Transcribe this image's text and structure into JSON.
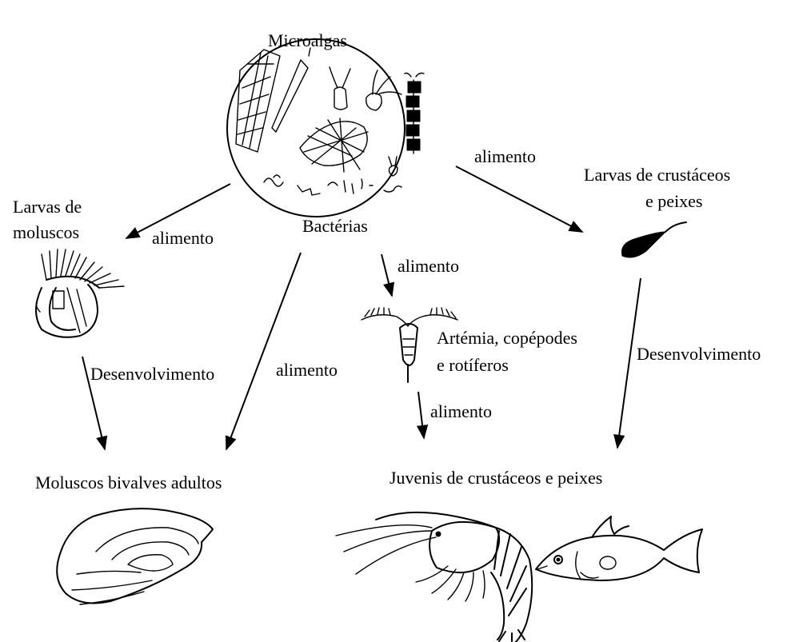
{
  "labels": {
    "microalgas": "Microalgas",
    "bacterias": "Bactérias",
    "larvas_moluscos": [
      "Larvas de",
      "moluscos"
    ],
    "larvas_crustaceos": [
      "Larvas de crustáceos",
      "e peixes"
    ],
    "zooplankton": [
      "Artémia, copépodes",
      "e rotíferos"
    ],
    "moluscos_adultos": "Moluscos bivalves adultos",
    "juvenis": "Juvenis de crustáceos e peixes"
  },
  "arrows": {
    "to_larvas_moluscos": "alimento",
    "to_moluscos_adultos": "alimento",
    "to_zooplankton": "alimento",
    "to_larvas_crustaceos": "alimento",
    "zoo_to_juvenis": "alimento",
    "moluscos_development": "Desenvolvimento",
    "crustaceos_development": "Desenvolvimento"
  },
  "icons": {
    "plankton": "plankton-circle-icon",
    "mollusc_larva": "mollusc-larva-icon",
    "fish_larva": "fish-larva-icon",
    "artemia": "artemia-icon",
    "oyster": "oyster-icon",
    "shrimp": "shrimp-icon",
    "fish": "fish-icon"
  }
}
